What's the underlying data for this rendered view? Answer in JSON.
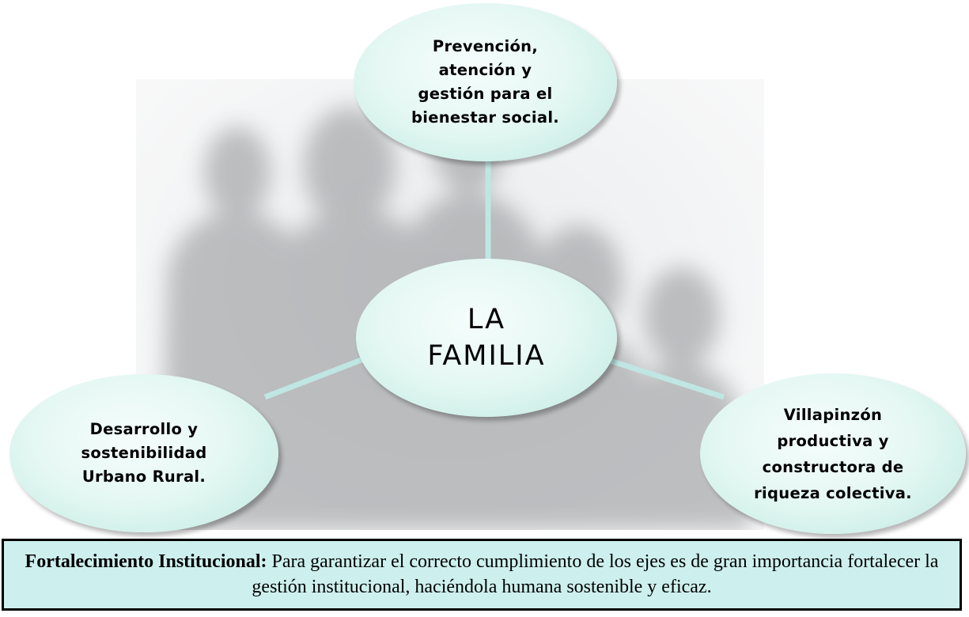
{
  "diagram": {
    "center": "LA\nFAMILIA",
    "top": "Prevención,\natención y\ngestión para el\nbienestar social.",
    "left": "Desarrollo y\nsostenibilidad\nUrbano Rural.",
    "right": "Villapinzón\nproductiva y\nconstructora de\nriqueza colectiva."
  },
  "footer": {
    "lead": "Fortalecimiento Institucional:",
    "text": " Para garantizar el correcto cumplimiento de los ejes es de gran importancia fortalecer la gestión institucional, haciéndola humana sostenible y eficaz."
  },
  "colors": {
    "node_fill": "#e6f8f4",
    "connector": "#bfe6e3",
    "footer_fill": "#cdf0ee"
  }
}
